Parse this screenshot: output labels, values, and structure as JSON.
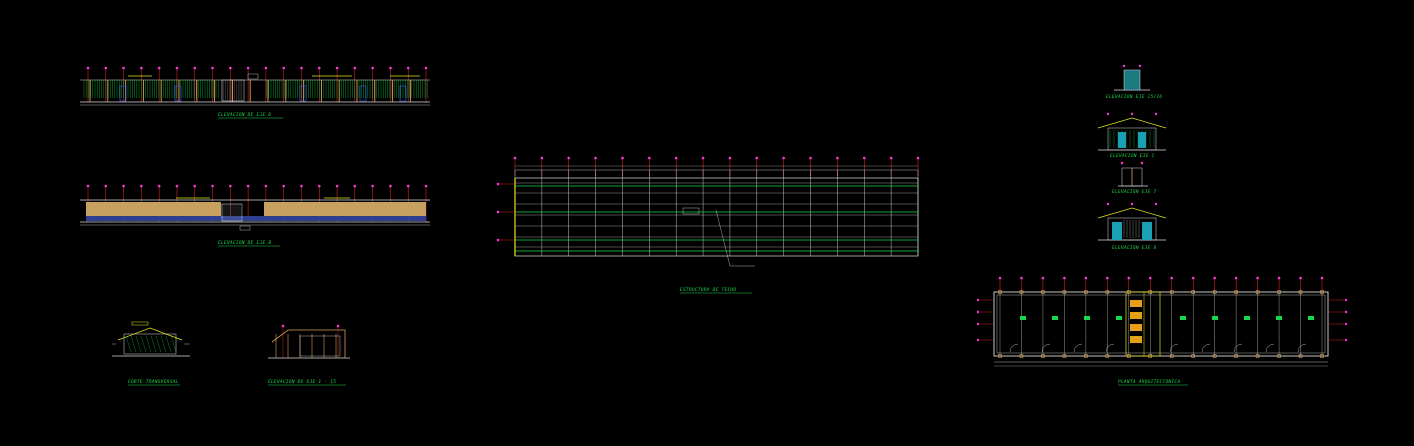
{
  "drawing": {
    "background": "#000000",
    "colors": {
      "green": "#19d84a",
      "yellow": "#e5e51a",
      "white": "#dcdcdc",
      "red": "#ff2a2a",
      "blue": "#3a5cff",
      "orange": "#d9a050",
      "cyan": "#1ad0e5",
      "magenta": "#ff3ad8"
    },
    "labels": {
      "elev_top": "ELEVACION DE EJE   D",
      "elev_mid": "ELEVACION DE EJE   B",
      "corte": "CORTE TRANSVERSAL",
      "elev_small": "ELEVACION DE EJE   1 - 15",
      "estructura": "ESTRUCTURA DE TECHO",
      "r_elev_a": "ELEVACION EJE 15/16",
      "r_elev_b": "ELEVACION EJE 1",
      "r_elev_c": "ELEVACION EJE 7",
      "r_elev_d": "ELEVACION EJE 8",
      "planta": "PLANTA ARQUITECTONICA"
    }
  }
}
